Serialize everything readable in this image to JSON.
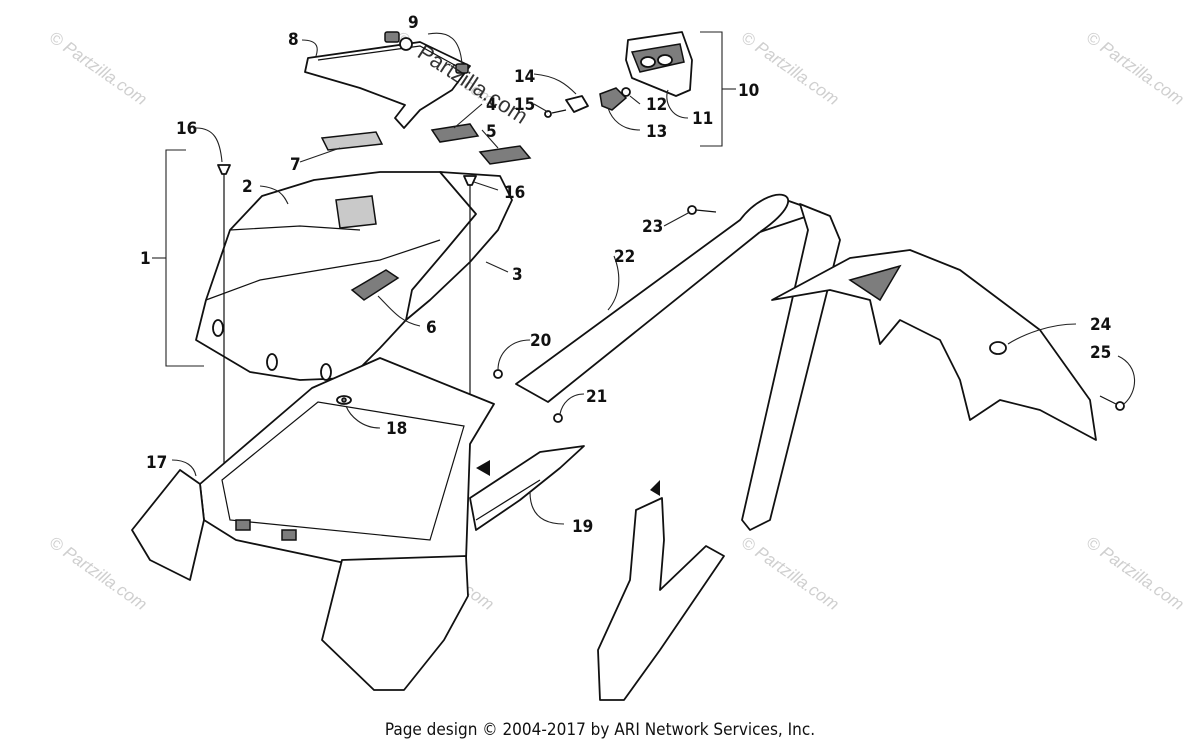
{
  "watermark": {
    "text": "© Partzilla.com",
    "center_text": "Partzilla.com"
  },
  "footer": {
    "text": "Page design © 2004-2017 by ARI Network Services, Inc."
  },
  "callouts": {
    "c1": "1",
    "c2": "2",
    "c3": "3",
    "c4": "4",
    "c5": "5",
    "c6": "6",
    "c7": "7",
    "c8": "8",
    "c9": "9",
    "c10": "10",
    "c11": "11",
    "c12": "12",
    "c13": "13",
    "c14": "14",
    "c15": "15",
    "c16a": "16",
    "c16b": "16",
    "c17": "17",
    "c18": "18",
    "c19": "19",
    "c20": "20",
    "c21": "21",
    "c22": "22",
    "c23": "23",
    "c24": "24",
    "c25": "25"
  }
}
